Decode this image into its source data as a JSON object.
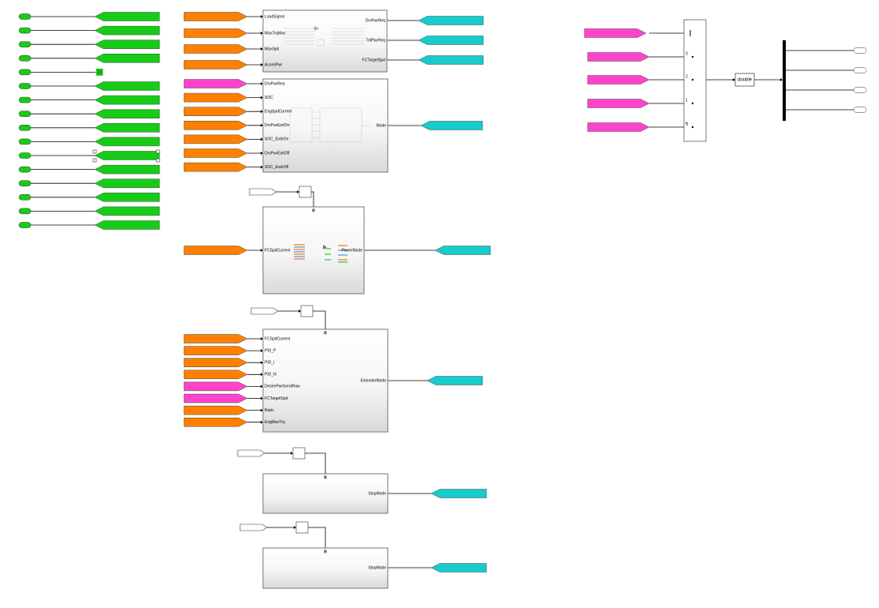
{
  "colors": {
    "green_tag": "#17cc17",
    "orange_tag": "#ff8000",
    "magenta_tag": "#ff44cc",
    "cyan_tag": "#17cccc",
    "line": "#000000",
    "block_border": "#555555"
  },
  "left_green_rows": {
    "count": 16,
    "selected_row": 10,
    "terminator_row": 4
  },
  "subsystem1": {
    "inputs": [
      "LoadSignal",
      "MaxTrqMax",
      "MaxSpd",
      "AccesPwr"
    ],
    "outputs": [
      "DrvPwrReq",
      "TotPwrReq",
      "FCTargetSpd"
    ]
  },
  "subsystem2": {
    "inputs": [
      "DrvPwrReq",
      "SOC",
      "EngSpdCurrent",
      "DrvPwrExitOn",
      "SOC_ExitrOn",
      "DrvPwrExitOff",
      "SOC_ExitrOff"
    ],
    "input_colors": [
      "magenta",
      "orange",
      "orange",
      "orange",
      "orange",
      "orange",
      "orange"
    ],
    "outputs": [
      "Mode"
    ]
  },
  "subsystem3": {
    "trigger_label": "R",
    "inputs": [
      "FCSpdCurrent"
    ],
    "outputs": [
      "PowerMode"
    ]
  },
  "subsystem4": {
    "trigger_label": "R",
    "inputs": [
      "FCSpdCurrent",
      "PID_P",
      "PID_I",
      "PID_N",
      "DesirePwrSendRaw",
      "FCTargetSpd",
      "Ratio",
      "EngMaxTrq"
    ],
    "input_colors": [
      "orange",
      "orange",
      "orange",
      "orange",
      "magenta",
      "magenta",
      "orange",
      "orange"
    ],
    "outputs": [
      "ExtenderMode"
    ]
  },
  "subsystem5": {
    "trigger_label": "R",
    "outputs": [
      "StopMode"
    ]
  },
  "subsystem6": {
    "trigger_label": "R",
    "outputs": [
      "StopMode"
    ]
  },
  "switch_block": {
    "port_labels": [
      "3",
      "2",
      "1",
      "0"
    ],
    "magenta_inputs": 5
  },
  "convert_block": {
    "label": "double"
  },
  "demux_outputs": 4
}
